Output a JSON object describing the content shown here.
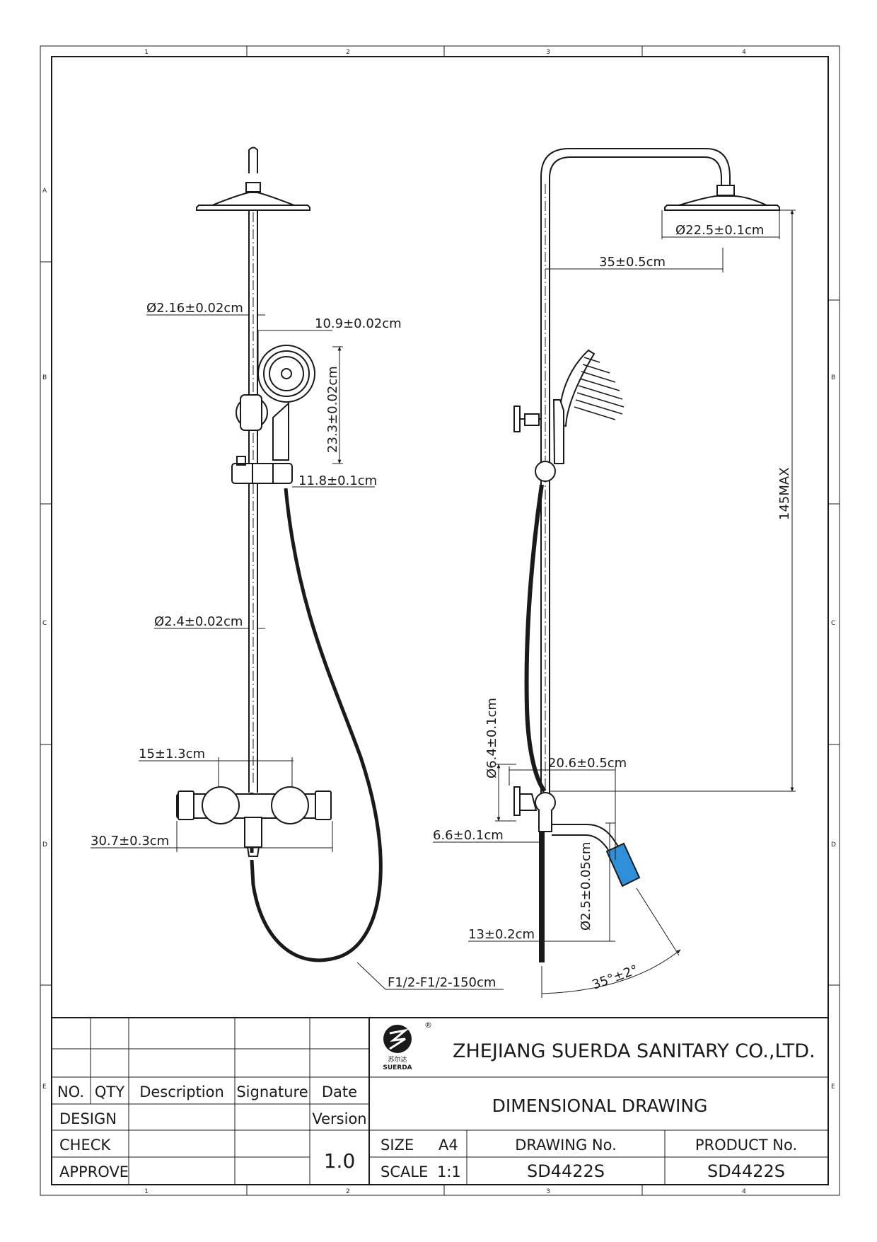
{
  "frame": {
    "col_markers": [
      "1",
      "2",
      "3",
      "4"
    ],
    "row_markers": [
      "A",
      "B",
      "C",
      "D",
      "E"
    ]
  },
  "dimensions": {
    "rod_top_diameter": "Ø2.16±0.02cm",
    "handheld_width": "10.9±0.02cm",
    "handheld_length": "23.3±0.02cm",
    "holder_height": "11.8±0.1cm",
    "rod_diameter": "Ø2.4±0.02cm",
    "inlet_centers": "15±1.3cm",
    "valve_width": "30.7±0.3cm",
    "hose": "F1/2-F1/2-150cm",
    "head_diameter": "Ø22.5±0.1cm",
    "arm_length": "35±0.5cm",
    "total_height": "145MAX",
    "wall_flange": "Ø6.4±0.1cm",
    "valve_depth": "20.6±0.5cm",
    "spout_offset": "6.6±0.1cm",
    "spout_diameter": "Ø2.5±0.05cm",
    "spout_length": "13±0.2cm",
    "spout_angle": "35°±2°"
  },
  "title_block": {
    "company": "ZHEJIANG SUERDA SANITARY CO.,LTD.",
    "logo_cn": "苏尔达",
    "logo_en": "SUERDA",
    "logo_reg": "®",
    "drawing_title": "DIMENSIONAL DRAWING",
    "headers": {
      "no": "NO.",
      "qty": "QTY",
      "description": "Description",
      "signature": "Signature",
      "date": "Date"
    },
    "design": "DESIGN",
    "check": "CHECK",
    "approve": "APPROVE",
    "version_label": "Version",
    "version": "1.0",
    "size_label": "SIZE",
    "size": "A4",
    "scale_label": "SCALE",
    "scale": "1:1",
    "drawing_no_label": "DRAWING   No.",
    "drawing_no": "SD4422S",
    "product_no_label": "PRODUCT No.",
    "product_no": "SD4422S"
  },
  "colors": {
    "line": "#1a1a1a",
    "spout_accent": "#2f8fd8"
  }
}
